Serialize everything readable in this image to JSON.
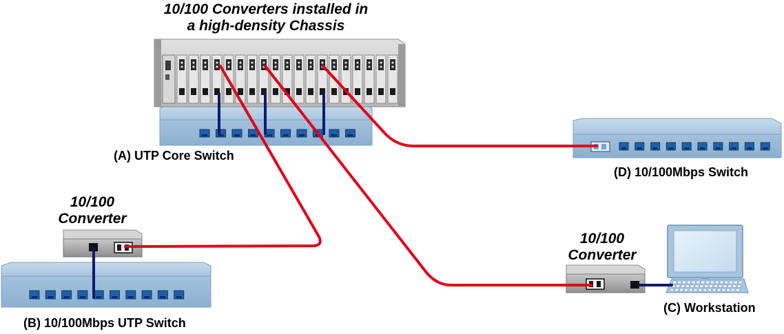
{
  "title": {
    "line1": "10/100 Converters installed in",
    "line2": "a high-density Chassis"
  },
  "devices": {
    "core_switch": "(A) UTP Core Switch",
    "utp_switch": "(B) 10/100Mbps UTP Switch",
    "workstation": "(C) Workstation",
    "mbps_switch": "(D) 10/100Mbps Switch"
  },
  "converters": {
    "left": {
      "line1": "10/100",
      "line2": "Converter"
    },
    "right": {
      "line1": "10/100",
      "line2": "Converter"
    }
  },
  "colors": {
    "fiber": "#e3001b",
    "utp": "#0d1b6e",
    "switch_body": "#a7c5df",
    "chassis": "#c9c9c9"
  }
}
